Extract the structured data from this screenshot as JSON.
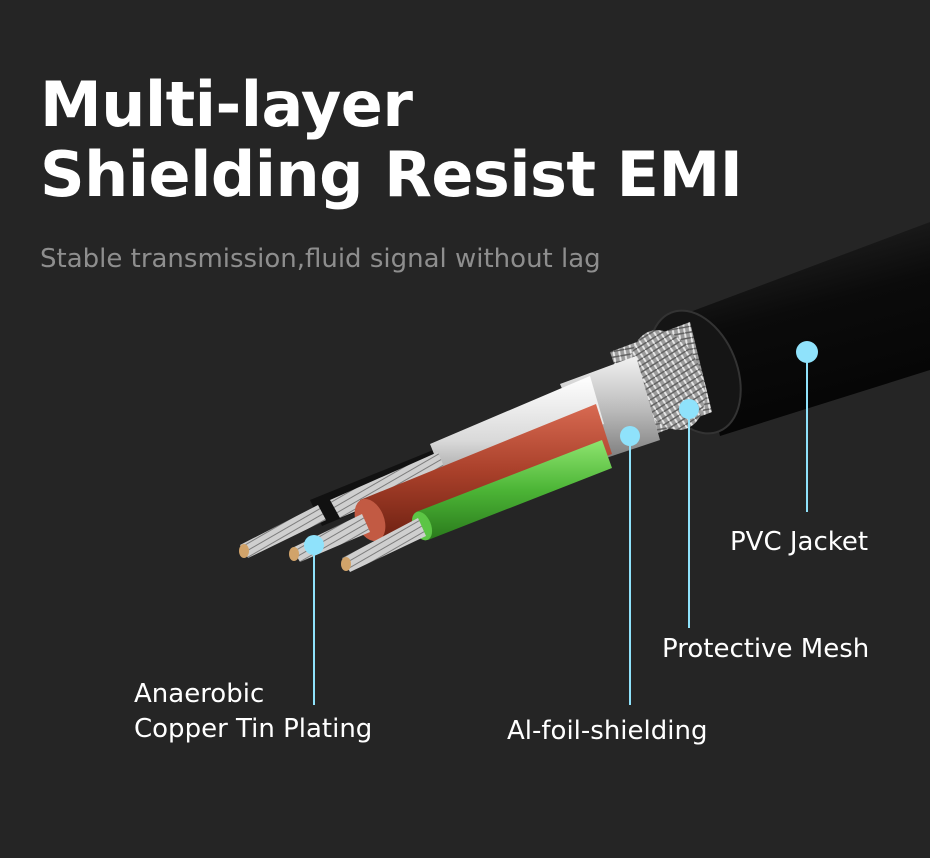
{
  "title": {
    "line1": "Multi-layer",
    "line2": "Shielding Resist EMI"
  },
  "subtitle": "Stable transmission,fluid signal without lag",
  "labels": {
    "pvc_jacket": "PVC Jacket",
    "protective_mesh": "Protective Mesh",
    "al_foil": "Al-foil-shielding",
    "copper_line1": "Anaerobic",
    "copper_line2": "Copper Tin Plating"
  },
  "colors": {
    "background": "#252525",
    "callout": "#8fe2fb",
    "wire_red": "#b0412b",
    "wire_green": "#4fbf3a",
    "wire_white": "#e6e6e6",
    "wire_black": "#111111",
    "jacket": "#0a0a0a"
  }
}
